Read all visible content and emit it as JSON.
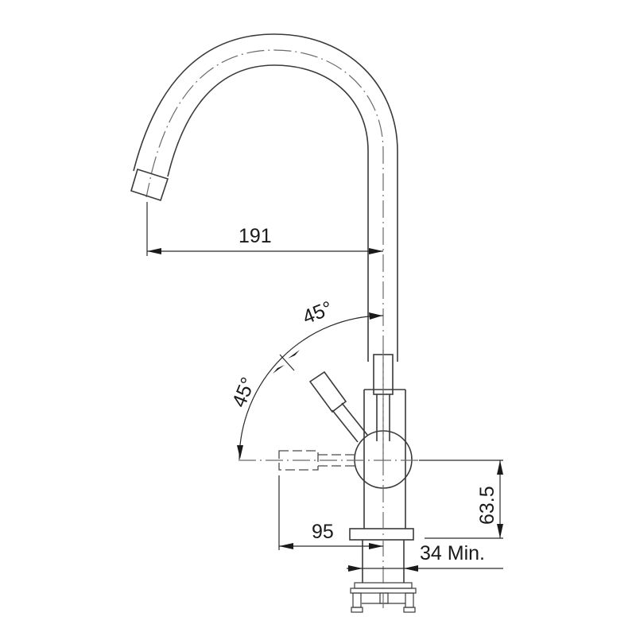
{
  "drawing": {
    "title": "Kitchen faucet technical drawing (side elevation)",
    "units": "mm",
    "colors": {
      "line": "#3a3a3a",
      "background": "#ffffff"
    }
  },
  "dimensions": {
    "spout_reach": "191",
    "lever_angle_upper": "45°",
    "lever_angle_lower": "45°",
    "lever_height": "63.5",
    "lever_offset": "95",
    "mounting_hole": "34 Min."
  }
}
